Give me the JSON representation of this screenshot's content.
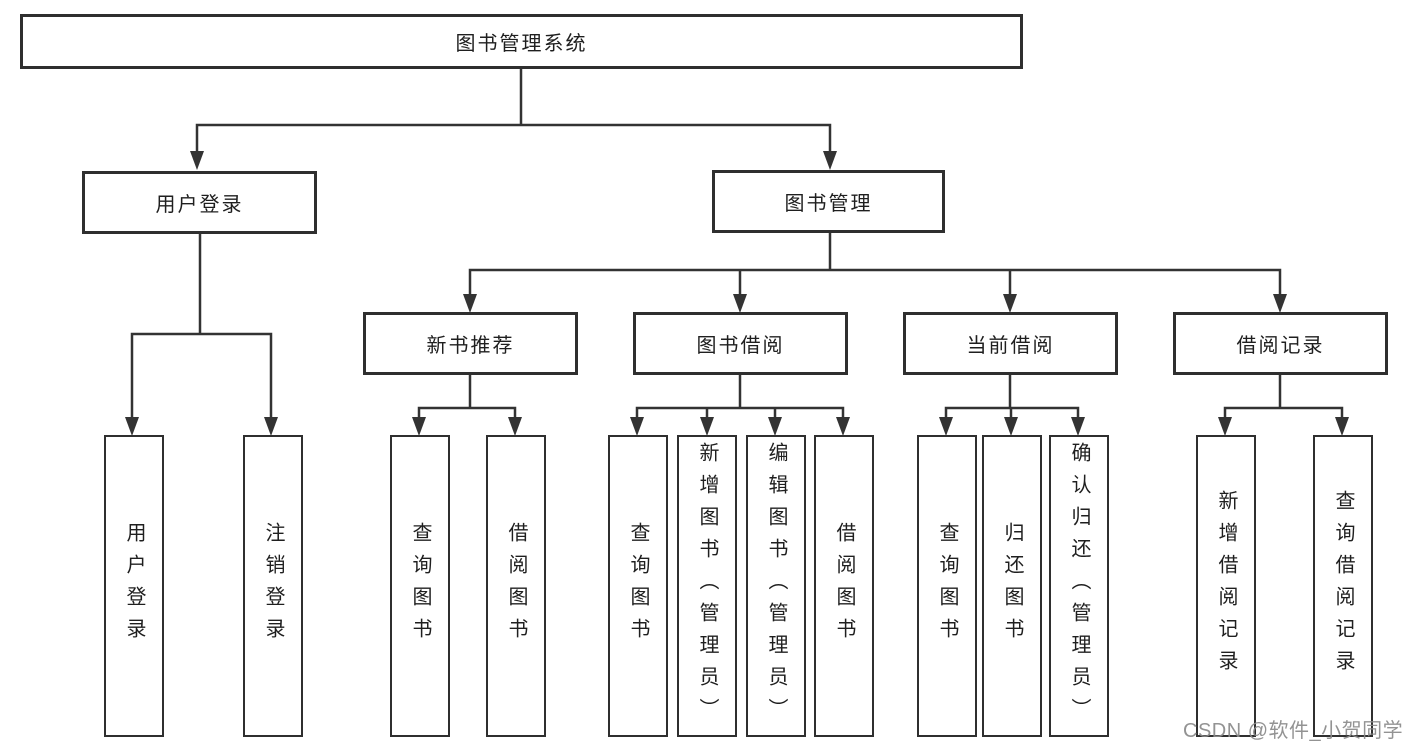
{
  "colors": {
    "background": "#ffffff",
    "line": "#333333",
    "box_border": "#2f2f2f",
    "text": "#1f1f1f",
    "watermark": "#8a8a8a"
  },
  "diagram": {
    "type": "hierarchy-tree",
    "root": {
      "label": "图书管理系统"
    },
    "level2": [
      {
        "label": "用户登录"
      },
      {
        "label": "图书管理"
      }
    ],
    "level3": [
      {
        "label": "新书推荐",
        "parent": "图书管理"
      },
      {
        "label": "图书借阅",
        "parent": "图书管理"
      },
      {
        "label": "当前借阅",
        "parent": "图书管理"
      },
      {
        "label": "借阅记录",
        "parent": "图书管理"
      }
    ],
    "leaves": [
      {
        "label": "用户登录",
        "parent": "用户登录"
      },
      {
        "label": "注销登录",
        "parent": "用户登录"
      },
      {
        "label": "查询图书",
        "parent": "新书推荐"
      },
      {
        "label": "借阅图书",
        "parent": "新书推荐"
      },
      {
        "label": "查询图书",
        "parent": "图书借阅"
      },
      {
        "label": "新增图书（管理员）",
        "parent": "图书借阅"
      },
      {
        "label": "编辑图书（管理员）",
        "parent": "图书借阅"
      },
      {
        "label": "借阅图书",
        "parent": "图书借阅"
      },
      {
        "label": "查询图书",
        "parent": "当前借阅"
      },
      {
        "label": "归还图书",
        "parent": "当前借阅"
      },
      {
        "label": "确认归还（管理员）",
        "parent": "当前借阅"
      },
      {
        "label": "新增借阅记录",
        "parent": "借阅记录"
      },
      {
        "label": "查询借阅记录",
        "parent": "借阅记录"
      }
    ]
  },
  "watermark": {
    "text": "CSDN @软件_小贺同学"
  }
}
